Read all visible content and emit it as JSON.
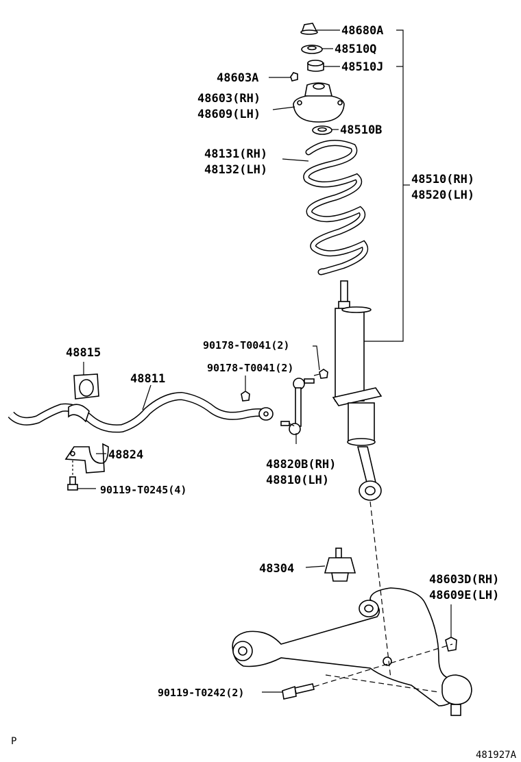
{
  "labels": {
    "l48680A": "48680A",
    "l48510Q": "48510Q",
    "l48510J": "48510J",
    "l48603A": "48603A",
    "l48603RH": "48603(RH)",
    "l48609LH": "48609(LH)",
    "l48510B": "48510B",
    "l48131RH": "48131(RH)",
    "l48132LH": "48132(LH)",
    "l48510RH": "48510(RH)",
    "l48520LH": "48520(LH)",
    "l90178a": "90178-T0041(2)",
    "l90178b": "90178-T0041(2)",
    "l48815": "48815",
    "l48811": "48811",
    "l48824": "48824",
    "l90119a": "90119-T0245(4)",
    "l48820B": "48820B(RH)",
    "l48810": "48810(LH)",
    "l48304": "48304",
    "l48603D": "48603D(RH)",
    "l48609E": "48609E(LH)",
    "l90119b": "90119-T0242(2)"
  },
  "corner": {
    "left": "P",
    "right": "481927A"
  }
}
